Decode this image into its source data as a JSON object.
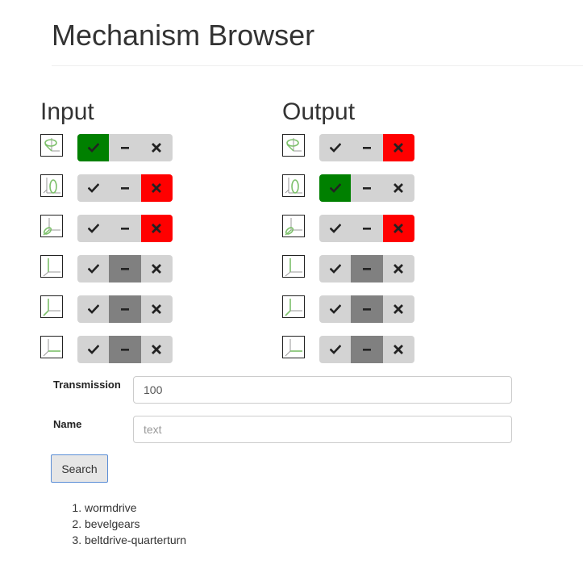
{
  "page": {
    "title": "Mechanism Browser"
  },
  "input": {
    "heading": "Input",
    "rows": [
      {
        "icon": "axis-z-rotation-icon",
        "state": "yes"
      },
      {
        "icon": "axis-y-rotation-icon",
        "state": "no"
      },
      {
        "icon": "axis-x-rotation-icon",
        "state": "no"
      },
      {
        "icon": "axis-y-translation-icon",
        "state": "none"
      },
      {
        "icon": "axis-x-translation-icon",
        "state": "none"
      },
      {
        "icon": "axis-z-translation-icon",
        "state": "none"
      }
    ]
  },
  "output": {
    "heading": "Output",
    "rows": [
      {
        "icon": "axis-z-rotation-icon",
        "state": "no"
      },
      {
        "icon": "axis-y-rotation-icon",
        "state": "yes"
      },
      {
        "icon": "axis-x-rotation-icon",
        "state": "no"
      },
      {
        "icon": "axis-y-translation-icon",
        "state": "none"
      },
      {
        "icon": "axis-x-translation-icon",
        "state": "none"
      },
      {
        "icon": "axis-z-translation-icon",
        "state": "none"
      }
    ]
  },
  "toggle_options": [
    "yes",
    "none",
    "no"
  ],
  "colors": {
    "yes": "#008000",
    "none": "#808080",
    "no": "#ff0000",
    "off": "#d3d3d3",
    "axis_accent": "#7cc06a"
  },
  "form": {
    "transmission_label": "Transmission",
    "transmission_value": "100",
    "name_label": "Name",
    "name_placeholder": "text",
    "search_label": "Search"
  },
  "results": [
    "wormdrive",
    "bevelgears",
    "beltdrive-quarterturn"
  ]
}
